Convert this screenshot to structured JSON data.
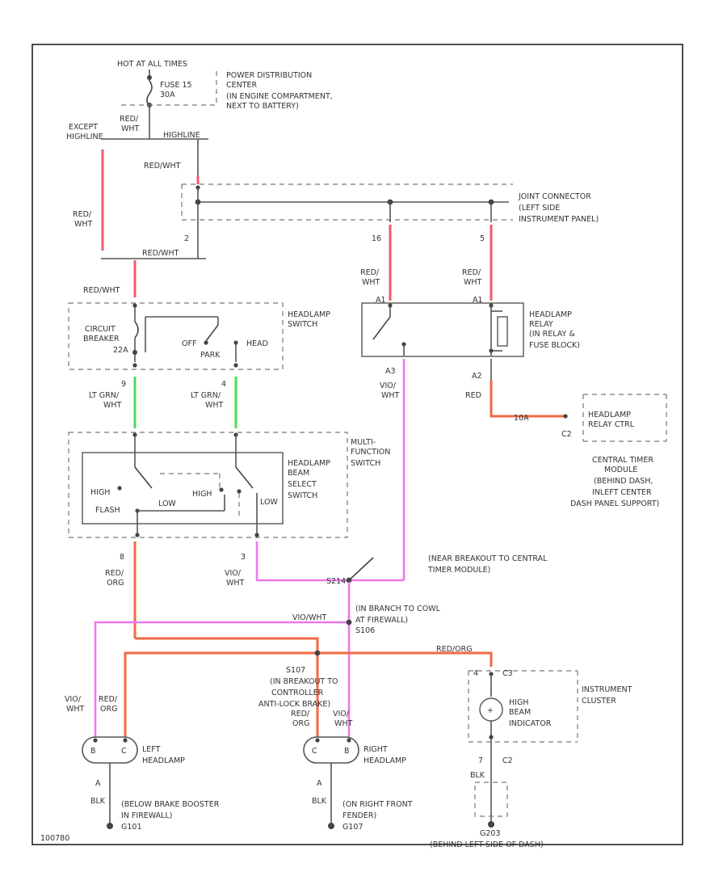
{
  "labels": {
    "hot_at_all_times": "HOT AT ALL TIMES",
    "fuse_line1": "FUSE 15",
    "fuse_line2": "30A",
    "pdc_line1": "POWER DISTRIBUTION",
    "pdc_line2": "CENTER",
    "pdc_line3": "(IN ENGINE COMPARTMENT,",
    "pdc_line4": "NEXT TO BATTERY)",
    "red_wht": "RED/WHT",
    "red": "RED/",
    "wht": "WHT",
    "except_line1": "EXCEPT",
    "except_line2": "HIGHLINE",
    "highline": "HIGHLINE",
    "jb_connector_line1": "JOINT CONNECTOR",
    "jb_connector_line2": "(LEFT SIDE",
    "jb_connector_line3": "INSTRUMENT PANEL)",
    "pin_16": "16",
    "pin_5": "5",
    "pin_2": "2",
    "headlamp_switch_line1": "HEADLAMP",
    "headlamp_switch_line2": "SWITCH",
    "circuit_breaker_line1": "CIRCUIT",
    "circuit_breaker_line2": "BREAKER",
    "circuit_breaker_line3": "22A",
    "off": "OFF",
    "park": "PARK",
    "head": "HEAD",
    "lt_grn": "LT GRN/",
    "headlamp_relay_line1": "HEADLAMP",
    "headlamp_relay_line2": "RELAY",
    "headlamp_relay_line3": "(IN RELAY &",
    "headlamp_relay_line4": "FUSE BLOCK)",
    "vio": "VIO/",
    "pin_a3": "A3",
    "pin_a2": "A2",
    "red_only": "RED",
    "relay_ctrl_line1": "HEADLAMP",
    "relay_ctrl_line2": "RELAY CTRL",
    "c2": "C2",
    "ctm_line1": "CENTRAL TIMER",
    "ctm_line2": "MODULE",
    "ctm_line3": "(BEHIND DASH,",
    "ctm_line4": "INLEFT CENTER",
    "ctm_line5": "DASH PANEL SUPPORT)",
    "mfs_line1": "MULTI-",
    "mfs_line2": "FUNCTION",
    "mfs_line3": "SWITCH",
    "beam_line1": "HEADLAMP",
    "beam_line2": "BEAM",
    "beam_line3": "SELECT",
    "beam_line4": "SWITCH",
    "high": "HIGH",
    "low": "LOW",
    "flash": "FLASH",
    "pin_8": "8",
    "org": "ORG",
    "breakout_line1": "(NEAR BREAKOUT TO CENTRAL",
    "breakout_line2": "TIMER MODULE)",
    "vio_wht": "VIO/WHT",
    "branch_line1": "(IN BRANCH TO COWL",
    "branch_line2": "AT FIREWALL)",
    "splice_s106": "S106",
    "red_org_long": "RED/ORG",
    "s107_line1": "S107",
    "s107_line2": "(IN BREAKOUT TO",
    "s107_line3": "CONTROLLER",
    "s107_line4": "ANTI-LOCK BRAKE)",
    "instrument_cluster_line1": "INSTRUMENT",
    "instrument_cluster_line2": "CLUSTER",
    "high_beam_line1": "HIGH",
    "high_beam_line2": "BEAM",
    "high_beam_line3": "INDICATOR",
    "left_headlamp_line1": "LEFT",
    "left_headlamp_line2": "HEADLAMP",
    "right_headlamp_line1": "RIGHT",
    "right_headlamp_line2": "HEADLAMP",
    "pin_a": "A",
    "pin_7": "7",
    "blk": "BLK",
    "below_booster_line1": "(BELOW BRAKE BOOSTER",
    "below_booster_line2": "IN FIREWALL)",
    "g101": "G101",
    "right_fender_line1": "(ON RIGHT FRONT",
    "right_fender_line2": "FENDER)",
    "g101b": "G107",
    "g203": "G203",
    "g203_loc": "(BEHIND LEFT SIDE OF DASH)",
    "footer_code": "100780"
  }
}
